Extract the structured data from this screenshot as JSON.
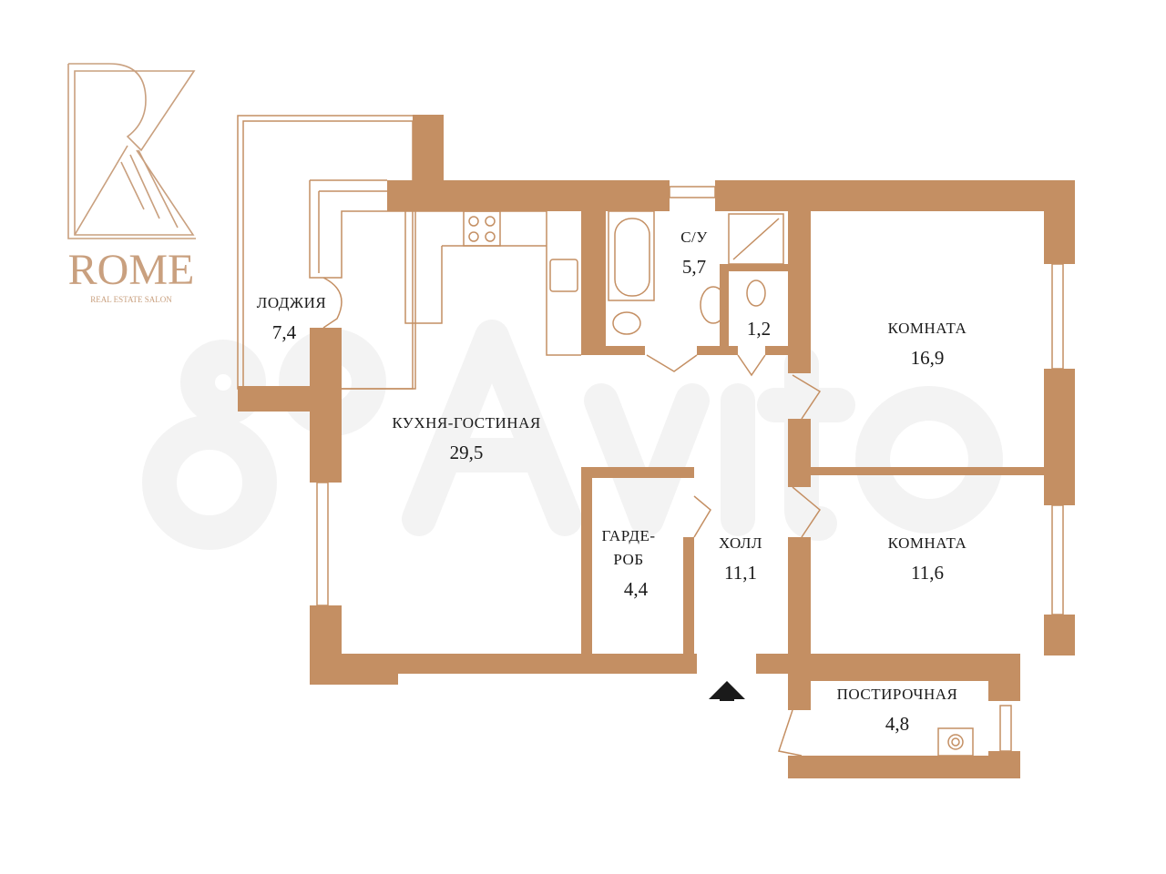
{
  "logo": {
    "brand": "ROME",
    "tagline": "REAL ESTATE SALON"
  },
  "watermark": "Avito",
  "colors": {
    "wall": "#c48f63",
    "logo": "#c9a07f",
    "text": "#1a1a1a"
  },
  "rooms": [
    {
      "name": "ЛОДЖИЯ",
      "area": "7,4"
    },
    {
      "name": "КУХНЯ-ГОСТИНАЯ",
      "area": "29,5"
    },
    {
      "name": "С/У",
      "area": "5,7"
    },
    {
      "name": "",
      "area": "1,2"
    },
    {
      "name": "КОМНАТА",
      "area": "16,9"
    },
    {
      "name": "КОМНАТА",
      "area": "11,6"
    },
    {
      "name": "ГАРДЕ-",
      "name2": "РОБ",
      "area": "4,4"
    },
    {
      "name": "ХОЛЛ",
      "area": "11,1"
    },
    {
      "name": "ПОСТИРОЧНАЯ",
      "area": "4,8"
    }
  ],
  "entrance": "entrance-arrow"
}
